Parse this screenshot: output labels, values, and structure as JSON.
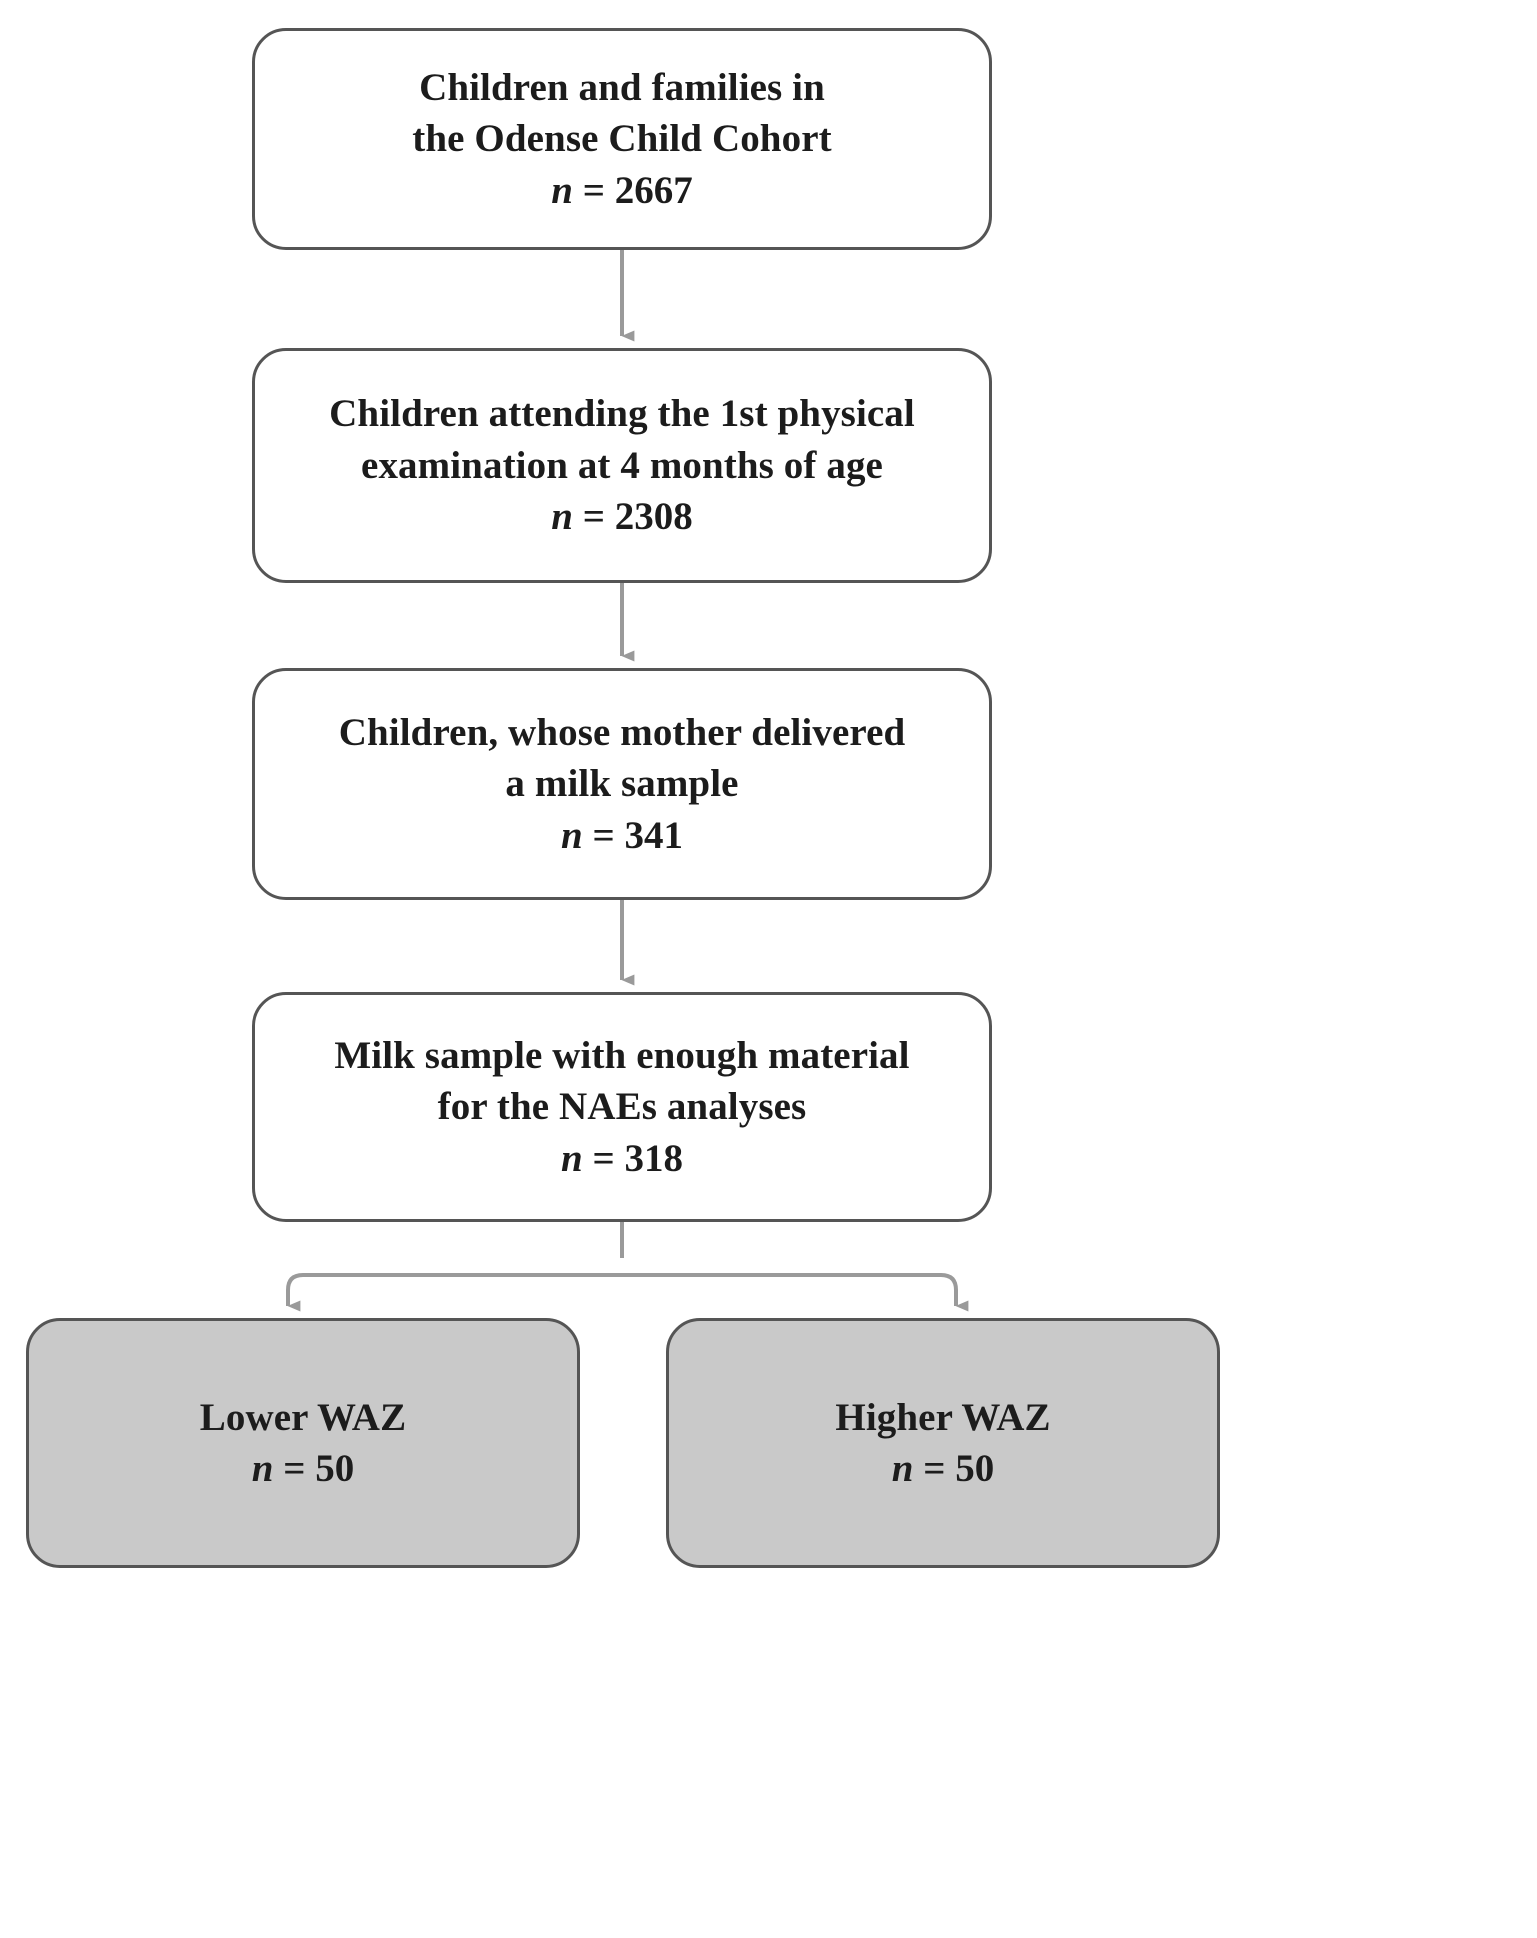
{
  "figure": {
    "type": "flowchart",
    "orientation": "top-to-bottom",
    "title": "",
    "colors": {
      "box_border": "#555555",
      "box_fill_white": "#ffffff",
      "box_fill_shaded": "#c9c9c9",
      "connector": "#999999",
      "text": "#1c1c1c"
    }
  },
  "nodes": {
    "cohort": {
      "line1": "Children and families in",
      "line2": "the Odense Child Cohort",
      "n_label": "n",
      "n_equals": "=",
      "n_value": "2667"
    },
    "exam": {
      "line1": "Children attending the 1st physical",
      "line2": "examination at 4 months of age",
      "n_label": "n",
      "n_equals": "=",
      "n_value": "2308"
    },
    "milk_sample": {
      "line1": "Children, whose mother delivered",
      "line2": "a milk sample",
      "n_label": "n",
      "n_equals": "=",
      "n_value": "341"
    },
    "naes": {
      "line1": "Milk sample with enough material",
      "line2": "for the NAEs analyses",
      "n_label": "n",
      "n_equals": "=",
      "n_value": "318"
    },
    "lower_waz": {
      "line1": "Lower WAZ",
      "n_label": "n",
      "n_equals": "=",
      "n_value": "50"
    },
    "higher_waz": {
      "line1": "Higher WAZ",
      "n_label": "n",
      "n_equals": "=",
      "n_value": "50"
    }
  },
  "connectors": [
    {
      "name": "cohort-to-exam",
      "from": "cohort",
      "to": "exam",
      "style": "straight-arrow"
    },
    {
      "name": "exam-to-milk-sample",
      "from": "exam",
      "to": "milk_sample",
      "style": "straight-arrow"
    },
    {
      "name": "milk-sample-to-naes",
      "from": "milk_sample",
      "to": "naes",
      "style": "straight-arrow"
    },
    {
      "name": "naes-to-lower-waz",
      "from": "naes",
      "to": "lower_waz",
      "style": "branch-arrow-left"
    },
    {
      "name": "naes-to-higher-waz",
      "from": "naes",
      "to": "higher_waz",
      "style": "branch-arrow-right"
    }
  ]
}
